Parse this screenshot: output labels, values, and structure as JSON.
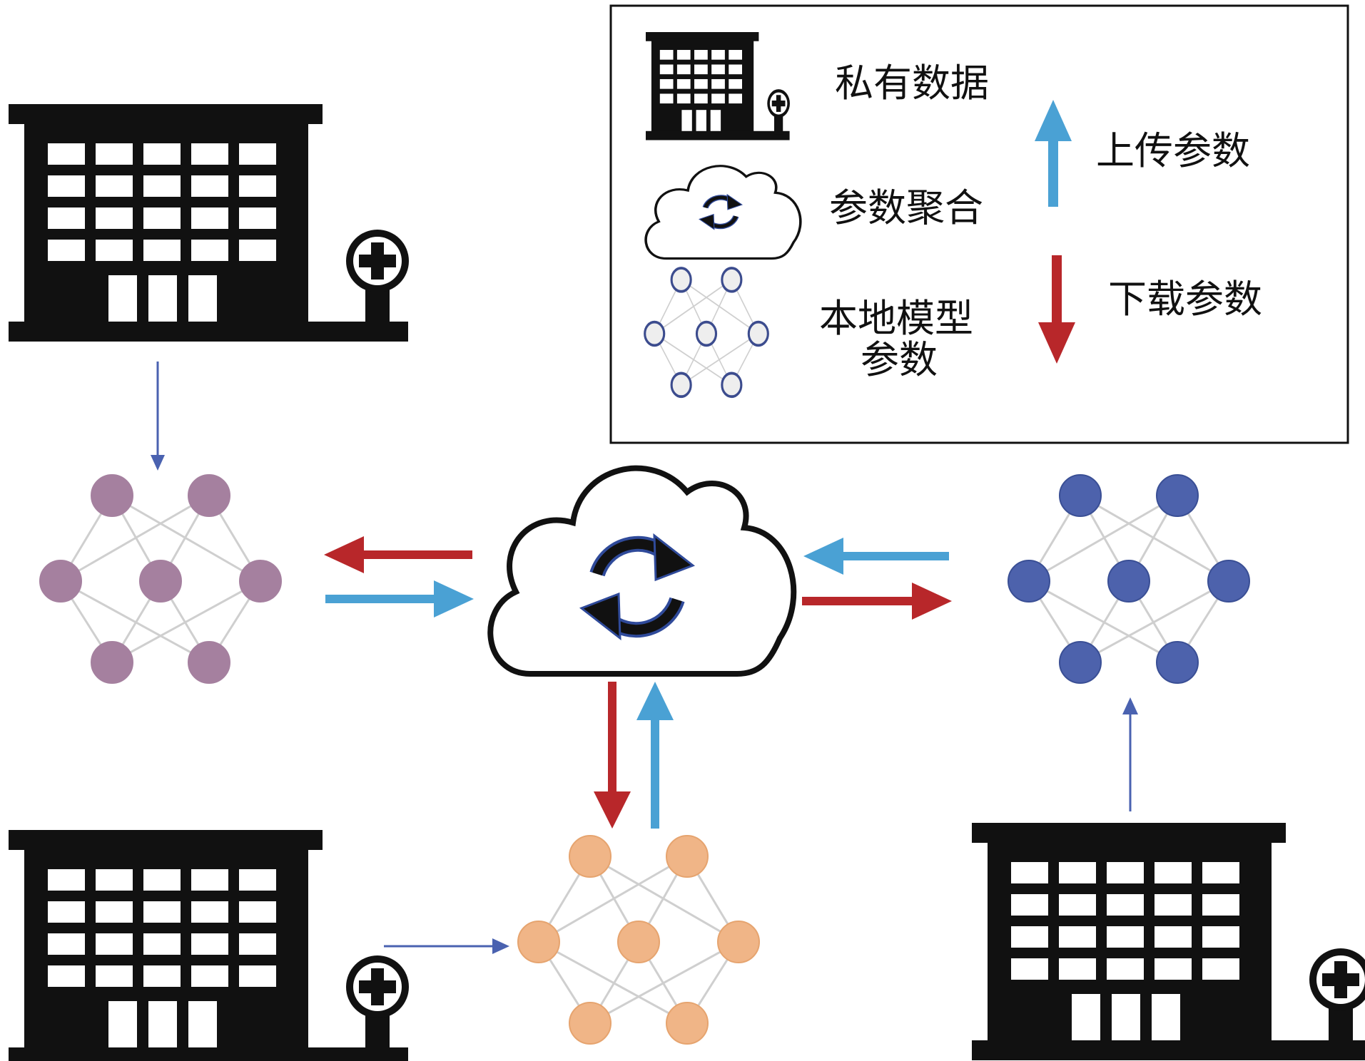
{
  "legend": {
    "private_data_label": "私有数据",
    "aggregation_label": "参数聚合",
    "local_model_label_line1": "本地模型",
    "local_model_label_line2": "参数",
    "upload_label": "上传参数",
    "download_label": "下载参数"
  },
  "colors": {
    "upload_arrow": "#4aa1d4",
    "download_arrow": "#b8272a",
    "local_arrow": "#4a62b0",
    "edge": "#cfcfcf",
    "building": "#111111",
    "network_top_left": "#a5809f",
    "network_right": "#4d62ac",
    "network_bottom": "#f0b587",
    "legend_node_fill": "#eeeeee",
    "legend_node_stroke": "#3c4c8e",
    "sync_ring_stroke": "#2f4a9a"
  },
  "icons": {
    "building": "hospital-building-icon",
    "cross": "medical-cross-icon",
    "cloud": "cloud-aggregation-icon",
    "sync": "sync-arrows-icon",
    "network": "neural-network-icon"
  }
}
